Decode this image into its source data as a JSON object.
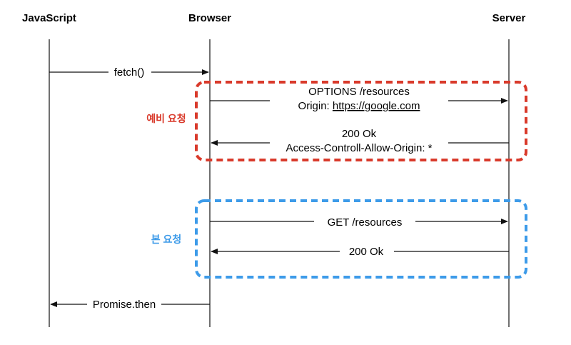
{
  "participants": {
    "javascript": "JavaScript",
    "browser": "Browser",
    "server": "Server"
  },
  "groups": {
    "preflight": {
      "label": "예비 요청",
      "color": "#d93a2b"
    },
    "main": {
      "label": "본 요청",
      "color": "#3d9be9"
    }
  },
  "messages": {
    "fetch": "fetch()",
    "options_line1": "OPTIONS /resources",
    "options_line2_prefix": "Origin: ",
    "options_line2_link": "https://google.com",
    "preflight_resp_line1": "200 Ok",
    "preflight_resp_line2": "Access-Controll-Allow-Origin: *",
    "get": "GET /resources",
    "get_resp": "200 Ok",
    "promise": "Promise.then"
  }
}
